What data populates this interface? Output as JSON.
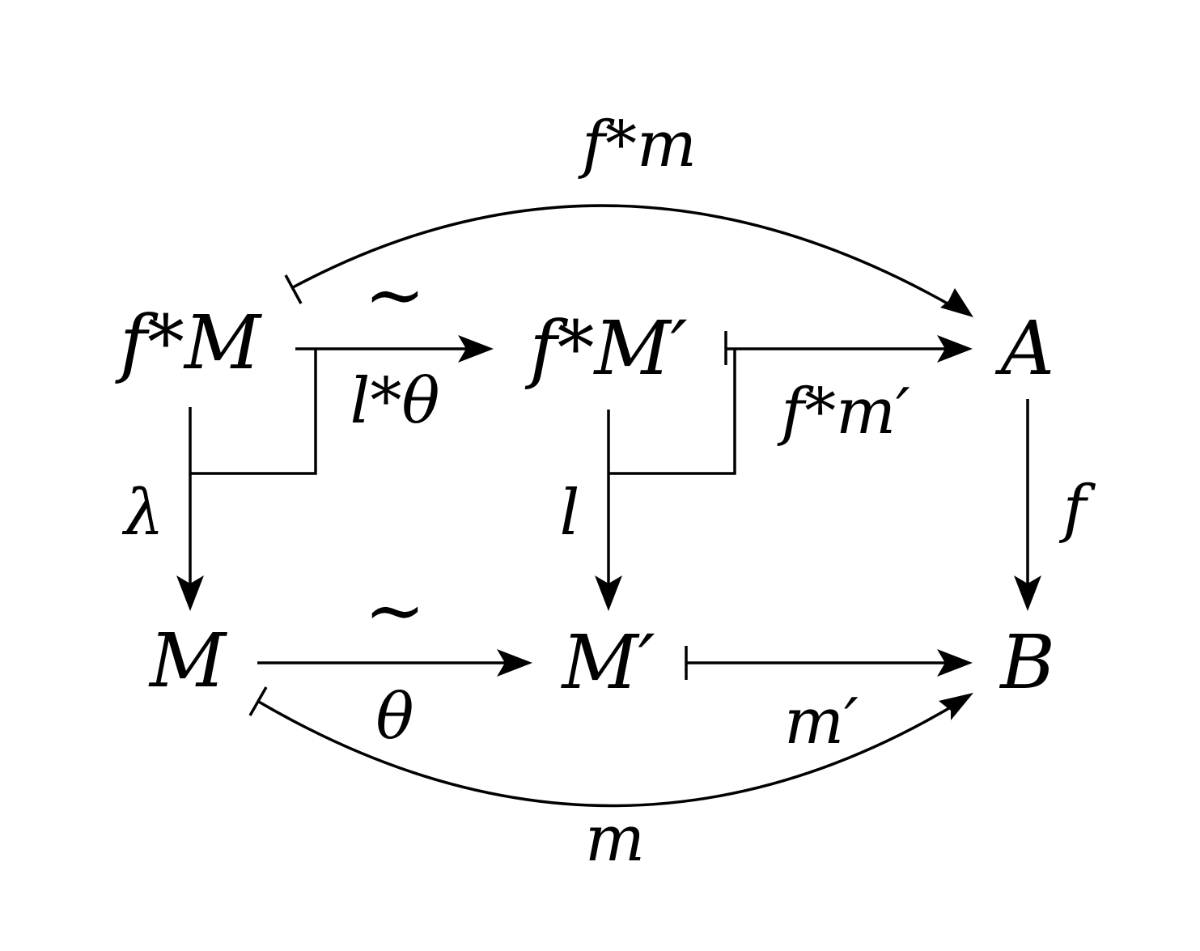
{
  "nodes": {
    "fM": "f*M",
    "fMp": "f*M′",
    "A": "A",
    "M": "M",
    "Mp": "M′",
    "B": "B"
  },
  "edges": {
    "top_curve": "f*m",
    "fM_fMp_label": "l*θ",
    "fM_fMp_iso": "∼",
    "fMp_A_label": "f*m′",
    "fM_M_label": "λ",
    "fMp_Mp_label": "l",
    "A_B_label": "f",
    "M_Mp_label": "θ",
    "M_Mp_iso": "∼",
    "Mp_B_label": "m′",
    "bottom_curve": "m"
  }
}
